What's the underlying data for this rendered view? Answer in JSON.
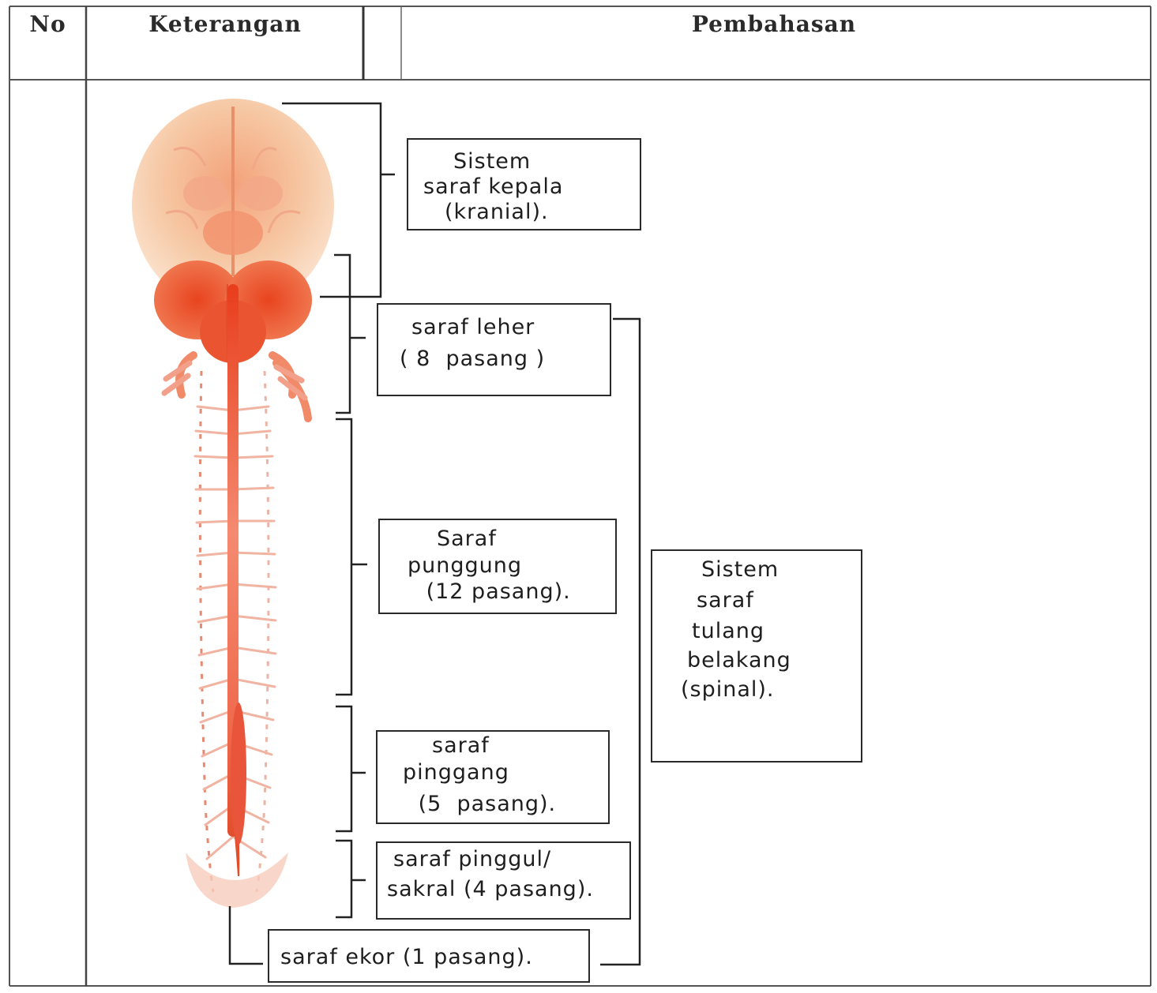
{
  "table": {
    "headers": {
      "no": "No",
      "keterangan": "Keterangan",
      "pembahasan": "Pembahasan"
    }
  },
  "figure": {
    "illustration": "brain-and-spinal-cord-illustration",
    "labels": {
      "cranial": [
        "Sistem",
        "saraf kepala",
        "(kranial)."
      ],
      "neck": [
        "saraf leher",
        "( 8  pasang )"
      ],
      "back": [
        "Saraf",
        "punggung",
        " (12 pasang)."
      ],
      "waist": [
        "saraf",
        "pinggang",
        " (5  pasang)."
      ],
      "hip": [
        "saraf pinggul/",
        "sakral (4 pasang)."
      ],
      "tail": [
        "saraf ekor (1 pasang)."
      ],
      "spinal": [
        "Sistem",
        "saraf",
        "tulang",
        "belakang",
        "(spinal)."
      ]
    }
  }
}
